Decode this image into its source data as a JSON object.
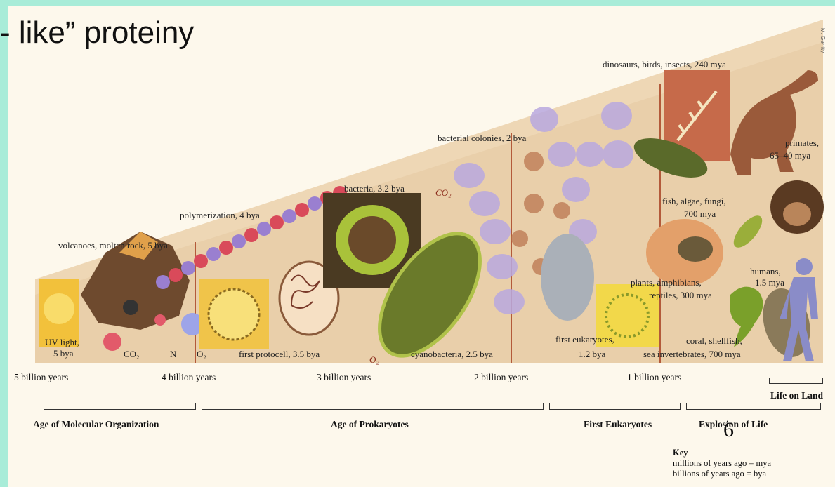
{
  "slide": {
    "title": "- like” proteiny",
    "page_number": "6"
  },
  "credit": "M. Gerrity",
  "labels": {
    "dinosaurs": "dinosaurs, birds, insects, 240 mya",
    "bacterial_colonies": "bacterial colonies, 2 bya",
    "primates_1": "primates,",
    "primates_2": "65–40 mya",
    "bacteria": "bacteria, 3.2 bya",
    "co2_float": "CO₂",
    "fish_1": "fish, algae, fungi,",
    "fish_2": "700 mya",
    "polymerization": "polymerization, 4 bya",
    "volcanoes": "volcanoes, molten rock, 5 bya",
    "humans_1": "humans,",
    "humans_2": "1.5 mya",
    "plants_1": "plants, amphibians,",
    "plants_2": "reptiles, 300 mya",
    "uv_1": "UV light,",
    "uv_2": "5 bya",
    "co2": "CO₂",
    "n": "N",
    "o2": "O₂",
    "protocell": "first protocell, 3.5 bya",
    "o2_float": "O₂",
    "cyanobacteria": "cyanobacteria, 2.5 bya",
    "eukaryotes_1": "first eukaryotes,",
    "eukaryotes_2": "1.2 bya",
    "coral_1": "coral, shellfish,",
    "coral_2": "sea invertebrates, 700 mya"
  },
  "axis": {
    "ticks": [
      "5 billion years",
      "4 billion years",
      "3 billion years",
      "2 billion years",
      "1 billion years"
    ],
    "life_on_land": "Life on Land"
  },
  "eras": [
    "Age of Molecular Organization",
    "Age of Prokaryotes",
    "First Eukaryotes",
    "Explosion of Life"
  ],
  "key": {
    "title": "Key",
    "mya": "millions of years ago = mya",
    "bya": "billions of years ago = bya"
  },
  "colors": {
    "frame": "#a8ecd8",
    "wedge": "#e9cfaa",
    "divider": "#b35a3a",
    "human": "#8a8cc8"
  }
}
